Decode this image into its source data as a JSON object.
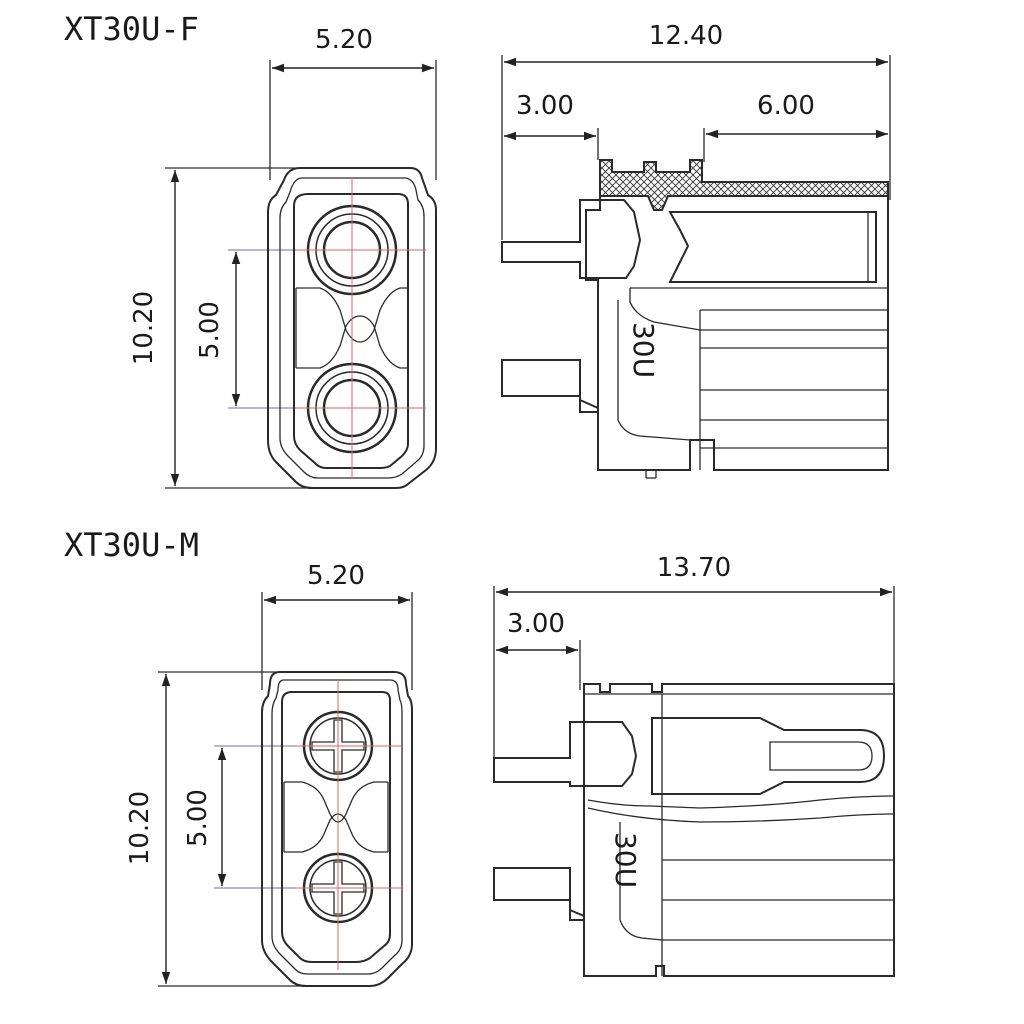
{
  "diagram": {
    "female": {
      "title": "XT30U-F",
      "width_label": "5.20",
      "height_label": "10.20",
      "pitch_label": "5.00",
      "length_label": "12.40",
      "pin_label": "3.00",
      "sleeve_label": "6.00",
      "mark": "30U"
    },
    "male": {
      "title": "XT30U-M",
      "width_label": "5.20",
      "height_label": "10.20",
      "pitch_label": "5.00",
      "length_label": "13.70",
      "pin_label": "3.00",
      "mark": "30U"
    }
  }
}
